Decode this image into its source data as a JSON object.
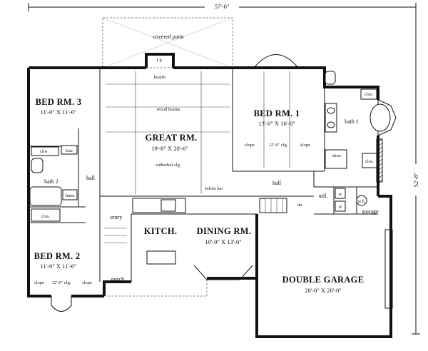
{
  "dimensions": {
    "overall_width": "57'-6\"",
    "overall_depth": "52'-8\""
  },
  "rooms": {
    "covered_patio": "covered patio",
    "fp": "f.p.",
    "hearth": "hearth",
    "wood_beams": "wood beams",
    "great_rm": {
      "name": "GREAT RM.",
      "size": "19'-8\" X 20'-6\"",
      "note": "cathedral clg."
    },
    "brkfst_bar": "brkfst bar",
    "bed3": {
      "name": "BED RM. 3",
      "size": "11'-0\" X 11'-0\""
    },
    "clos": "clos.",
    "hac": "h/ac",
    "bath2": "bath 2",
    "linen": "linen",
    "hall": "hall",
    "bed2": {
      "name": "BED RM. 2",
      "size": "11'-0\" X 11'-6\"",
      "slope": "slope",
      "clg": "12'-0\" clg."
    },
    "bed1": {
      "name": "BED RM. 1",
      "size": "13'-0\" X 16'-0\"",
      "slope": "slope",
      "clg": "12'-0\" clg."
    },
    "bath1": "bath 1",
    "shwr": "shwr",
    "entry": "entry",
    "kitch": "KITCH.",
    "dining": {
      "name": "DINING RM.",
      "size": "10'-0\" X 13'-0\""
    },
    "porch": "porch",
    "util": "util.",
    "dn": "dn",
    "wh": "w.h.",
    "storage": "storage",
    "garage": {
      "name": "DOUBLE GARAGE",
      "size": "20'-0\" X 20'-0\""
    },
    "w": "w",
    "d": "d"
  }
}
